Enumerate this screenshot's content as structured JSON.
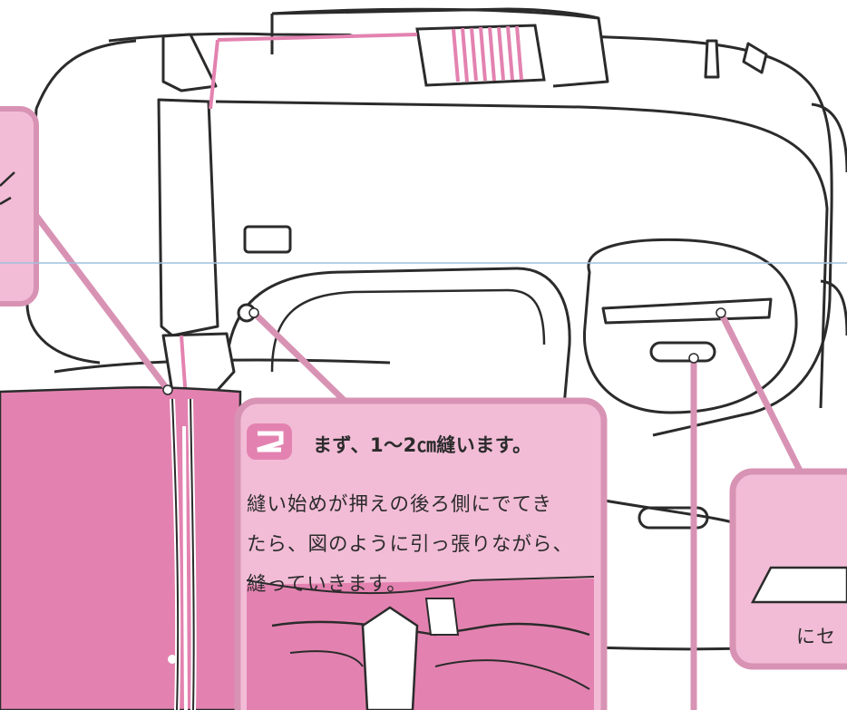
{
  "step": {
    "number": "2",
    "title": "まず、1〜2㎝縫います。",
    "body_lines": [
      "縫い始めが押えの後ろ側にでてき",
      "たら、図のように引っ張りながら、",
      "縫っていきます。"
    ]
  },
  "right_callout": {
    "text": "にセ"
  },
  "colors": {
    "pink_light": "#f2bcd6",
    "pink_fabric": "#e382b0",
    "pink_leader": "#d893b4",
    "outline": "#2b2b2b",
    "guide_line": "#9fc0dc"
  }
}
